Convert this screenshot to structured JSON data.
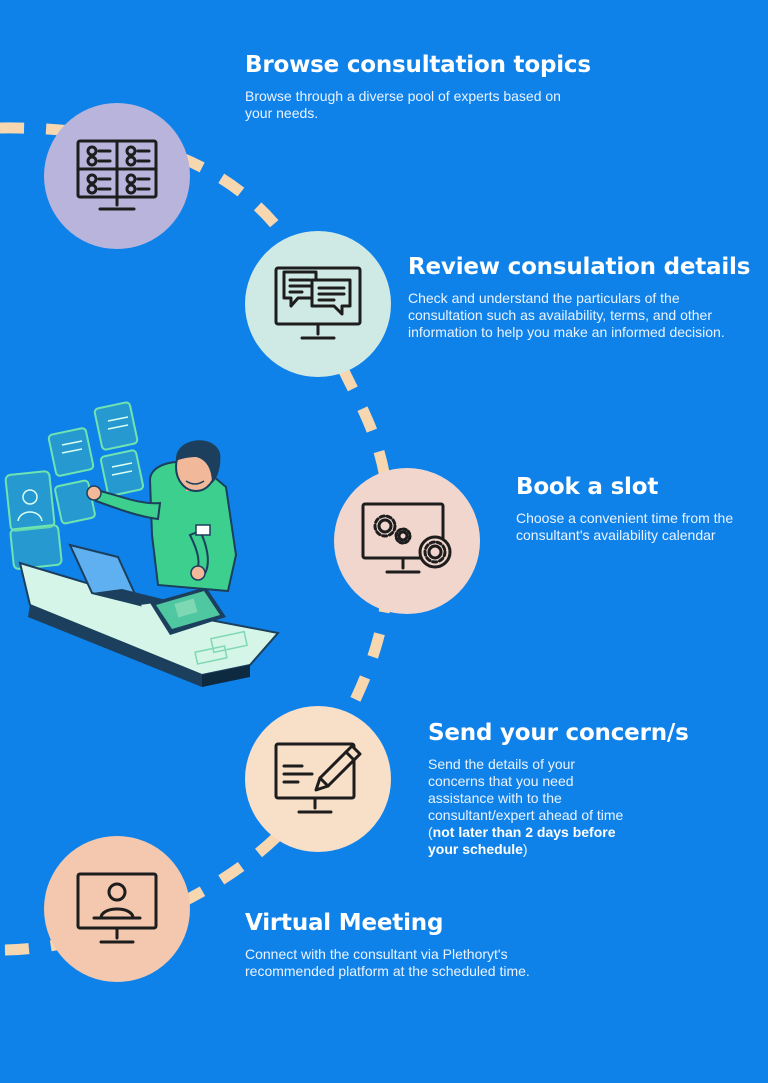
{
  "colors": {
    "background": "#0f82ea",
    "path_dash": "#f6d7b0",
    "icon_stroke": "#1d1d1d"
  },
  "steps": [
    {
      "title": "Browse consultation topics",
      "description": "Browse through a diverse pool of experts based on your needs.",
      "icon": "monitor-grid-icon",
      "circle_color": "#b8b4dc"
    },
    {
      "title": "Review consulation details",
      "description": "Check and understand the particulars of the consultation such as availability, terms, and other information to help you make an informed decision.",
      "icon": "monitor-chat-icon",
      "circle_color": "#cfe9e4"
    },
    {
      "title": "Book a slot",
      "description": "Choose a convenient time from the consultant's availability calendar",
      "icon": "monitor-gears-icon",
      "circle_color": "#f1d6cd"
    },
    {
      "title": "Send your concern/s",
      "description_prefix": "Send the details of your concerns that you need assistance with  to the consultant/expert ahead of time (",
      "description_bold": "not later than 2 days before your schedule",
      "description_suffix": ")",
      "icon": "monitor-pencil-icon",
      "circle_color": "#f7dfc8"
    },
    {
      "title": "Virtual Meeting",
      "description": "Connect with the consultant via Plethoryt's recommended platform at the scheduled time.",
      "icon": "monitor-person-icon",
      "circle_color": "#f3c8ae"
    }
  ],
  "illustration": {
    "icon": "person-at-desk-with-holographic-screens-icon"
  }
}
